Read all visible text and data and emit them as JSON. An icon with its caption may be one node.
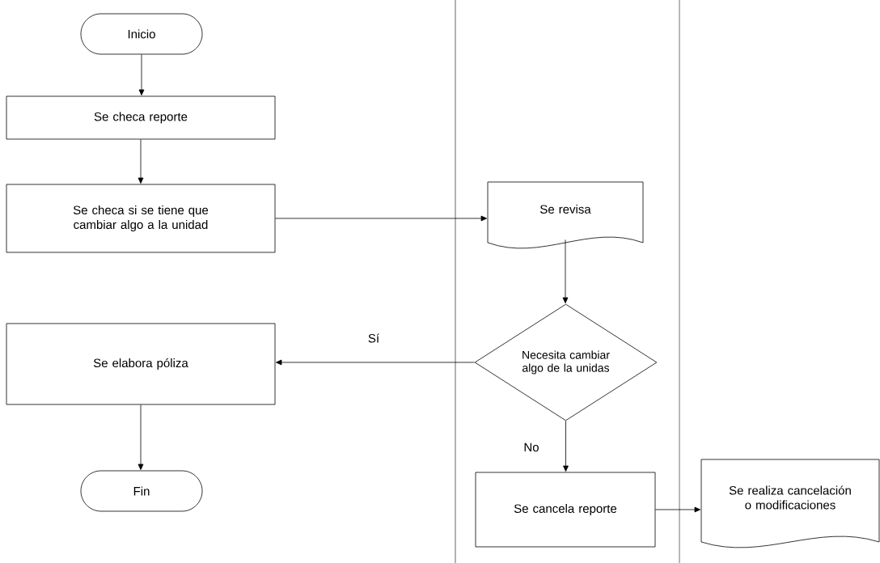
{
  "diagram": {
    "nodes": [
      {
        "text": [
          "Inicio"
        ]
      },
      {
        "text": [
          "Se checa reporte"
        ]
      },
      {
        "text": [
          "Se checa si se tiene que cambiar algo a la unidad"
        ]
      },
      {
        "text": [
          "Se revisa"
        ]
      },
      {
        "text": [
          "Necesita cambiar algo de la unidas"
        ]
      },
      {
        "text": [
          "Se elabora póliza"
        ]
      },
      {
        "text": [
          "Fin"
        ]
      },
      {
        "text": [
          "Se cancela reporte"
        ]
      },
      {
        "text": [
          "Se realiza cancelación o modificaciones"
        ]
      }
    ],
    "edges": [
      {
        "from": 0,
        "to": 1,
        "arrow": "to"
      },
      {
        "from": 1,
        "to": 2,
        "arrow": "to"
      },
      {
        "from": 2,
        "to": 3,
        "arrow": "to"
      },
      {
        "from": 3,
        "to": 4,
        "arrow": "to"
      },
      {
        "from": 4,
        "to": 5,
        "arrow": "to",
        "label": "Sí"
      },
      {
        "from": 5,
        "to": 6,
        "arrow": "to"
      },
      {
        "from": 4,
        "to": 7,
        "arrow": "to",
        "label": "No"
      },
      {
        "from": 7,
        "to": 8,
        "arrow": "to"
      }
    ]
  }
}
